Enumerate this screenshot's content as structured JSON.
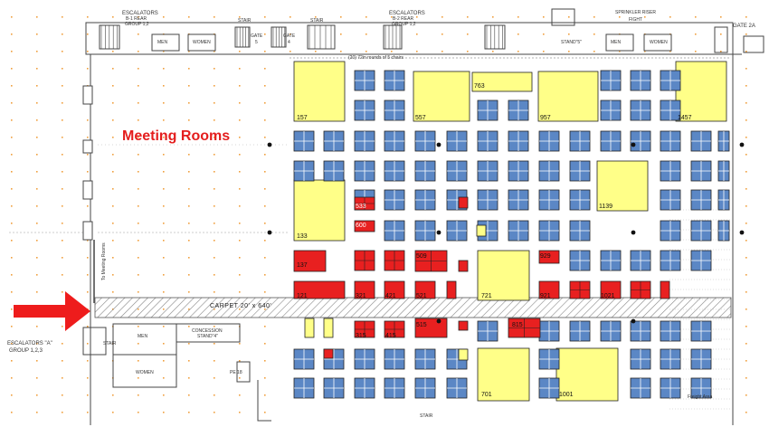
{
  "map_title": "Meeting Rooms",
  "carpet_label": "CARPET 20' x 640'",
  "top_labels": {
    "escalators_left": "ESCALATORS",
    "escalators_left_sub": "B-1 REAR",
    "escalators_left_group": "GROUP 1,2",
    "escalators_right": "ESCALATORS",
    "escalators_right_sub": "B-2 REAR",
    "escalators_right_group": "GROUP 1,2",
    "gate5": "GATE",
    "gate5_num": "5",
    "gate4": "GATE",
    "gate4_num": "4",
    "gate2a": "GATE 2A",
    "stair": "STAIR",
    "stand5": "STAND\"5\"",
    "men": "MEN",
    "women": "WOMEN",
    "tables_note": "(20) 72in rounds of 5 chairs",
    "sprinkler": "SPRINKLER RISER",
    "fight": "FIGHT"
  },
  "side_labels": {
    "escalators_a": "ESCALATORS \"A\"",
    "group": "GROUP 1,2,3",
    "to_meeting_rooms": "To Meeting Rooms",
    "concession": "CONCESSION",
    "stand": "STAND\"4\"",
    "men": "MEN",
    "women": "WOMEN",
    "stair": "STAIR",
    "pe": "PE 18",
    "freight": "Freight Area"
  },
  "booths": [
    {
      "num": "157"
    },
    {
      "num": "557"
    },
    {
      "num": "763"
    },
    {
      "num": "957"
    },
    {
      "num": "1457"
    },
    {
      "num": "133"
    },
    {
      "num": "1139"
    },
    {
      "num": "721"
    },
    {
      "num": "701"
    },
    {
      "num": "1001"
    },
    {
      "num": "533"
    },
    {
      "num": "600"
    },
    {
      "num": "137"
    },
    {
      "num": "509"
    },
    {
      "num": "929"
    },
    {
      "num": "121"
    },
    {
      "num": "321"
    },
    {
      "num": "421"
    },
    {
      "num": "521"
    },
    {
      "num": "921"
    },
    {
      "num": "1021"
    },
    {
      "num": "315"
    },
    {
      "num": "415"
    },
    {
      "num": "515"
    },
    {
      "num": "815"
    }
  ],
  "colors": {
    "booth_blue": "#5b87c5",
    "booth_yellow": "#ffff88",
    "booth_red": "#e82020",
    "arrow": "#ee1c1c",
    "title": "#e41e1e"
  }
}
